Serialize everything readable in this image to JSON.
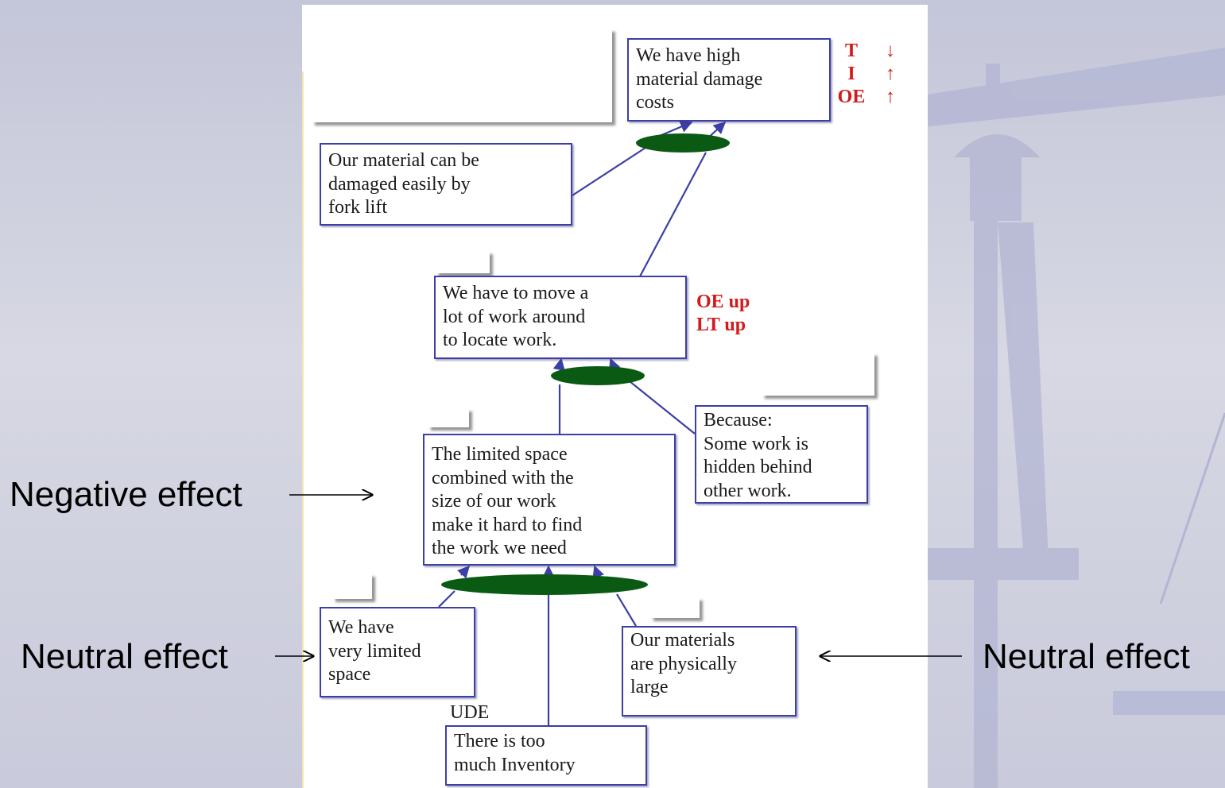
{
  "nodes": {
    "top": "We have high\nmaterial damage\ncosts",
    "forklift": "Our material can be\ndamaged easily by\nfork lift",
    "move_work": "We have to move a\nlot of work around\nto locate work.",
    "because": "Because:\nSome work is\nhidden behind\nother work.",
    "limited_combined": "The limited space\ncombined with the\nsize of our work\nmake it hard to find\nthe work we need",
    "limited_space": "We have\nvery limited\nspace",
    "large_materials": "Our materials\nare physically\nlarge",
    "too_much_inventory": "There is too\nmuch Inventory"
  },
  "indicators": {
    "top_letters": "T\nI\nOE",
    "top_arrows": "↓\n↑\n↑",
    "move_work": "OE up\nLT up"
  },
  "ude_label": "UDE",
  "side_labels": {
    "negative": "Negative effect",
    "neutral_left": "Neutral effect",
    "neutral_right": "Neutral effect"
  },
  "colors": {
    "node_border": "#3b3fa6",
    "ellipse": "#0b5a14",
    "indicator_red": "#d11a1a"
  }
}
